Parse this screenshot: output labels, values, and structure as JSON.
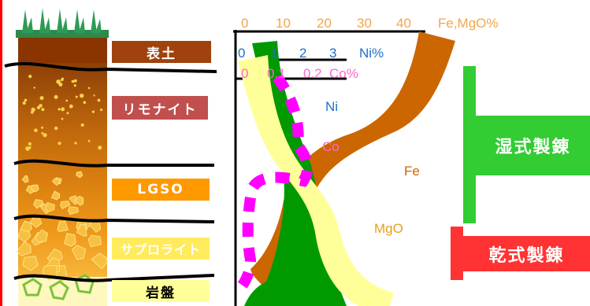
{
  "layers": {
    "topsoil": "表土",
    "limonite": "リモナイト",
    "lgso": "LGSO",
    "saprolite": "サプロライト",
    "bedrock": "岩盤"
  },
  "scales": {
    "fe_mgo": {
      "ticks": [
        "0",
        "10",
        "20",
        "30",
        "40"
      ],
      "unit": "Fe,MgO%"
    },
    "ni": {
      "ticks": [
        "0",
        "1",
        "2",
        "3"
      ],
      "unit": "Ni%"
    },
    "co": {
      "ticks": [
        "0",
        "0.1",
        "0.2"
      ],
      "unit": "Co%"
    }
  },
  "curves": {
    "ni": "Ni",
    "co": "Co",
    "fe": "Fe",
    "mgo": "MgO"
  },
  "processes": {
    "wet": "湿式製錬",
    "dry": "乾式製錬"
  },
  "colors": {
    "topsoil": "#a0420e",
    "limonite_label": "#c0504d",
    "lgso_label": "#ff9900",
    "saprolite_label": "#ffeb5c",
    "bedrock_label": "#ffff99",
    "fe_curve": "#cc6600",
    "ni_curve": "#009900",
    "co_curve": "#ff00ff",
    "mgo_curve": "#ffff99",
    "wet": "#33cc33",
    "dry": "#ff3333"
  }
}
